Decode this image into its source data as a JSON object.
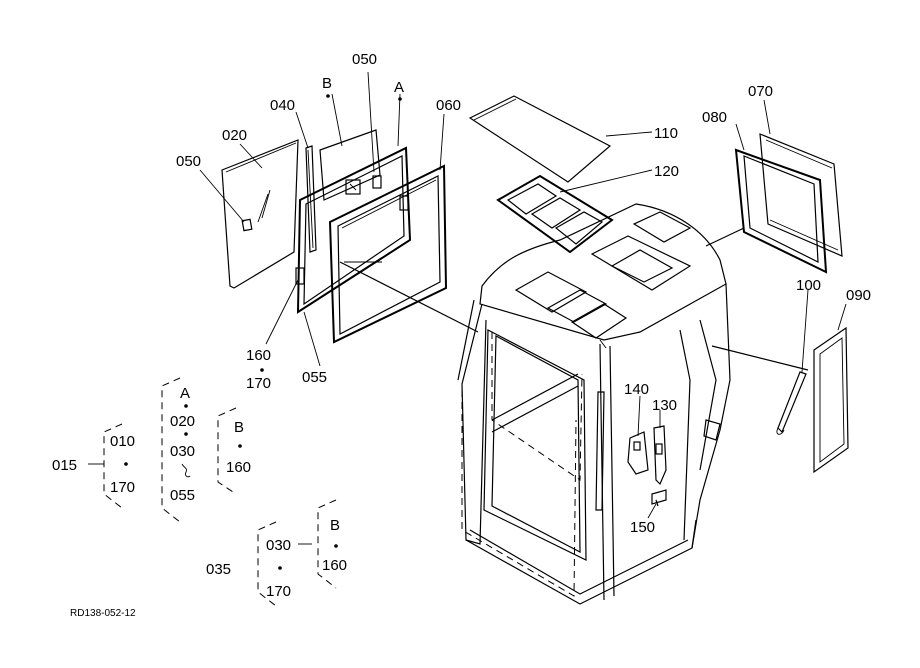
{
  "diagram": {
    "drawing_code": "RD138-052-12",
    "callouts": {
      "c050a": "050",
      "c020": "020",
      "c040": "040",
      "c050b": "050",
      "cB1": "B",
      "cA1": "A",
      "c060": "060",
      "c110": "110",
      "c120": "120",
      "c080": "080",
      "c070": "070",
      "c100": "100",
      "c090": "090",
      "c160": "160",
      "c170": "170",
      "c055": "055",
      "c140": "140",
      "c130": "130",
      "c150": "150"
    },
    "groups": {
      "g015": {
        "label": "015",
        "col1": [
          "010",
          "170"
        ],
        "col2": [
          "A",
          "020",
          "030",
          "055"
        ],
        "col3": [
          "B",
          "160"
        ]
      },
      "g035": {
        "label": "035",
        "col1": [
          "030",
          "170"
        ],
        "col2": [
          "B",
          "160"
        ]
      }
    }
  }
}
